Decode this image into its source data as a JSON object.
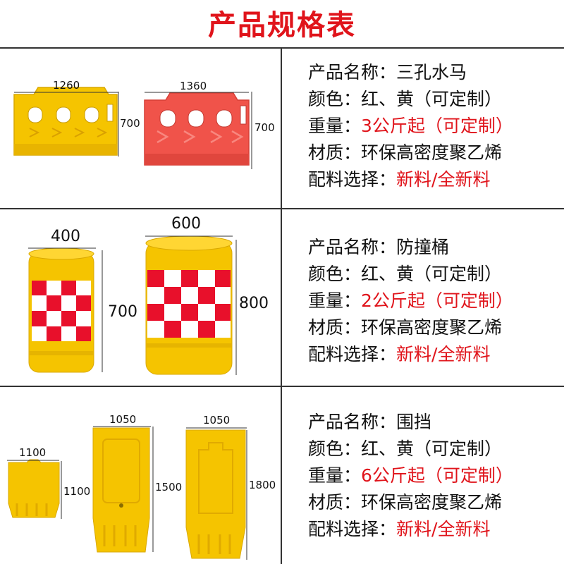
{
  "title": "产品规格表",
  "products": [
    {
      "name_label": "产品名称：",
      "name_value": "三孔水马",
      "color_label": "颜色：",
      "color_value": "红、黄（可定制）",
      "weight_label": "重量：",
      "weight_value": "3公斤起（可定制）",
      "material_label": "材质：",
      "material_value": "环保高密度聚乙烯",
      "feed_label": "配料选择：",
      "feed_value": "新料/全新料",
      "dims": [
        "1260",
        "700",
        "1360",
        "700"
      ]
    },
    {
      "name_label": "产品名称：",
      "name_value": "防撞桶",
      "color_label": "颜色：",
      "color_value": "红、黄（可定制）",
      "weight_label": "重量：",
      "weight_value": "2公斤起（可定制）",
      "material_label": "材质：",
      "material_value": "环保高密度聚乙烯",
      "feed_label": "配料选择：",
      "feed_value": "新料/全新料",
      "dims": [
        "400",
        "700",
        "600",
        "800"
      ]
    },
    {
      "name_label": "产品名称：",
      "name_value": "围挡",
      "color_label": "颜色：",
      "color_value": "红、黄（可定制）",
      "weight_label": "重量：",
      "weight_value": "6公斤起（可定制）",
      "material_label": "材质：",
      "material_value": "环保高密度聚乙烯",
      "feed_label": "配料选择：",
      "feed_value": "新料/全新料",
      "dims": [
        "1100",
        "1100",
        "1050",
        "1500",
        "1050",
        "1800"
      ]
    }
  ],
  "colors": {
    "accent_red": "#e0141b",
    "barrier_yellow": "#f5c400",
    "barrier_red": "#f0534a"
  }
}
